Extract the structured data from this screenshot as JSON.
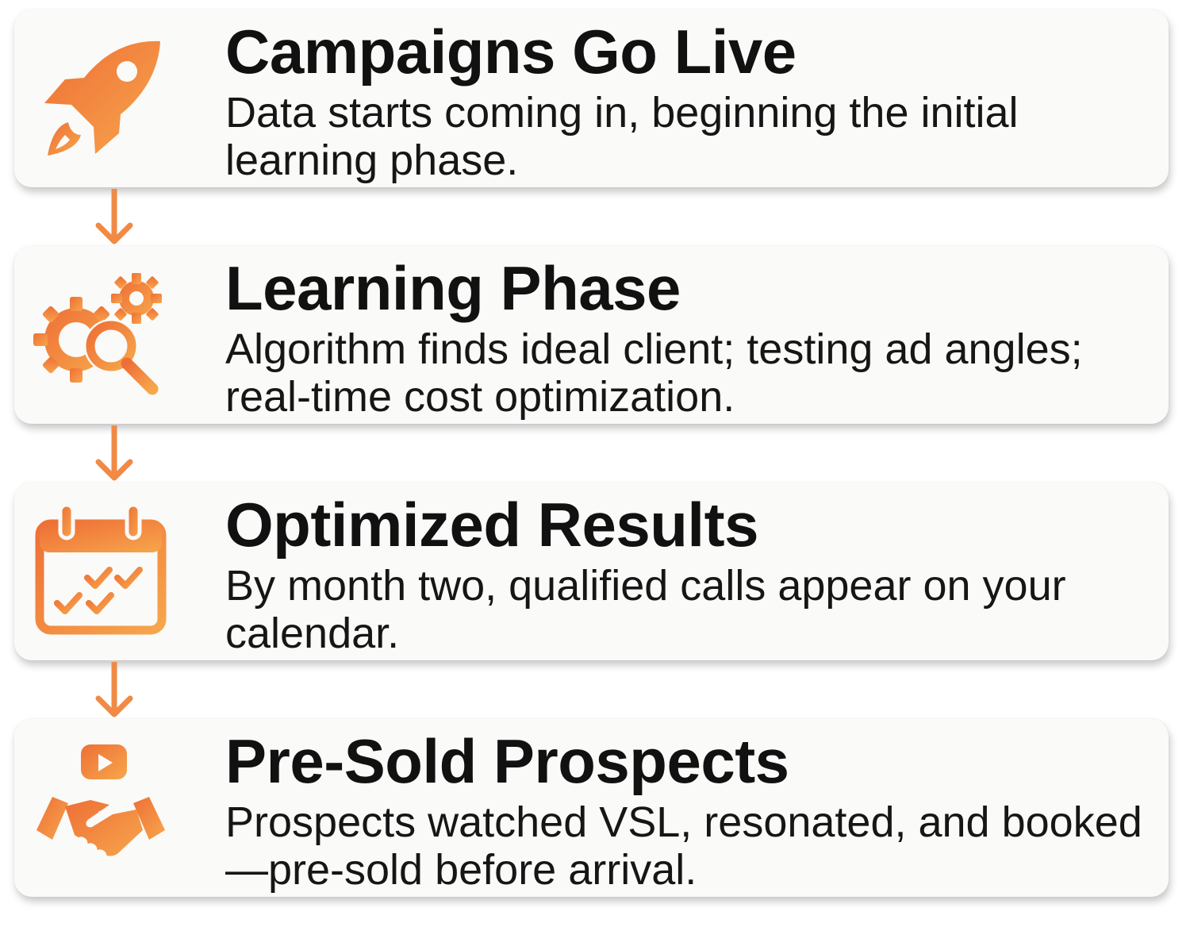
{
  "steps": [
    {
      "title": "Campaigns Go Live",
      "description": "Data starts coming in, beginning the initial learning phase.",
      "icon": "rocket-icon"
    },
    {
      "title": "Learning Phase",
      "description": "Algorithm finds ideal client; testing ad angles; real-time cost optimization.",
      "icon": "gears-magnifier-icon"
    },
    {
      "title": "Optimized Results",
      "description": "By month two, qualified calls appear on your calendar.",
      "icon": "calendar-check-icon"
    },
    {
      "title": "Pre-Sold Prospects",
      "description": "Prospects watched VSL, resonated, and booked—pre-sold before arrival.",
      "icon": "video-handshake-icon"
    }
  ],
  "colors": {
    "accent_start": "#f07a3a",
    "accent_end": "#f6a04a",
    "text": "#111111",
    "card_bg": "#fafaf8"
  }
}
